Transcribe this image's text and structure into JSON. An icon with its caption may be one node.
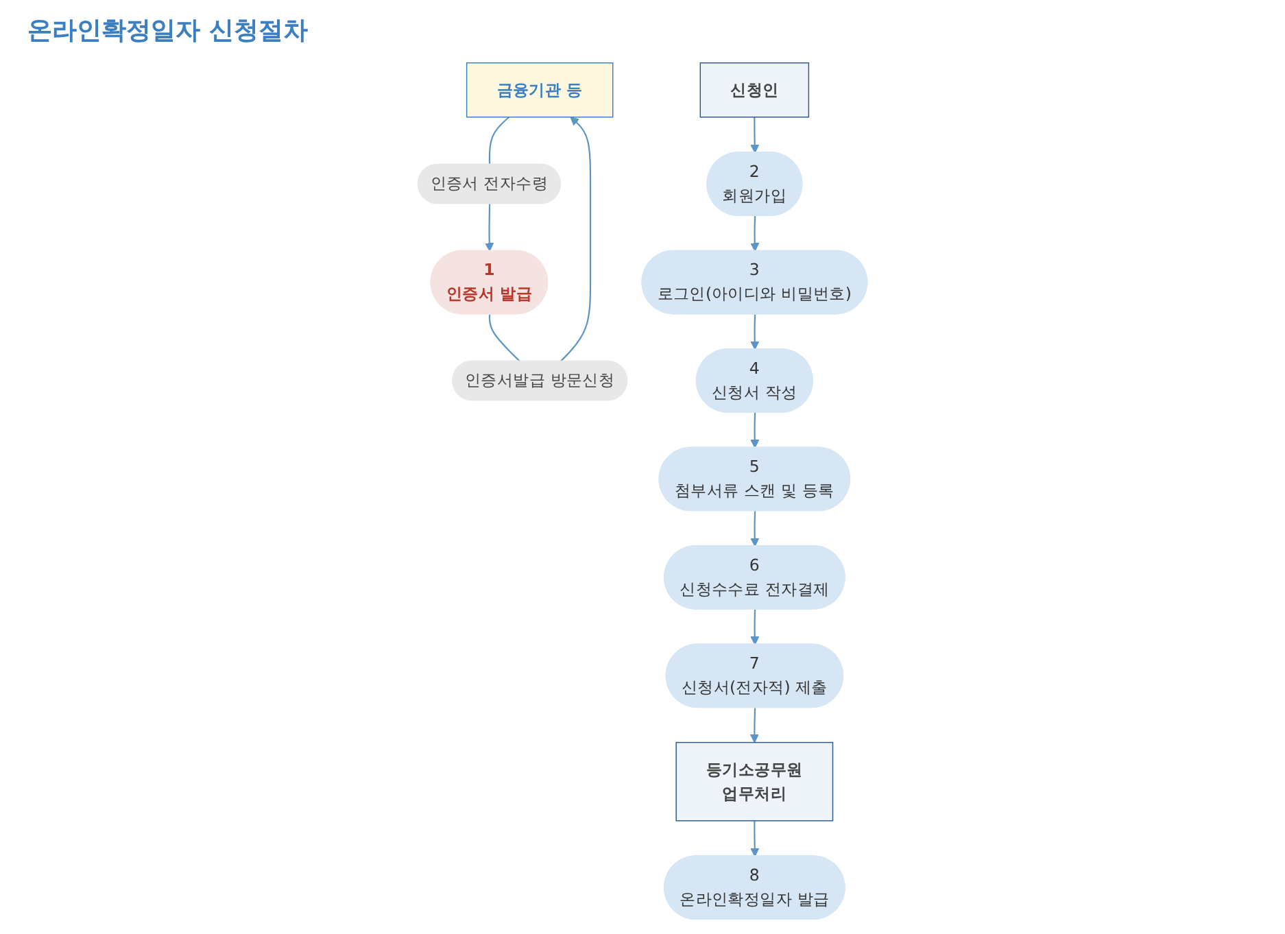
{
  "diagram": {
    "title": "온라인확정일자 신청절차",
    "nodes": [
      {
        "text": [
          "금융기관 등"
        ]
      },
      {
        "text": [
          "인증서발급 방문신청"
        ]
      },
      {
        "text": [
          "인증서 전자수령"
        ]
      },
      {
        "text": [
          "1",
          "인증서 발급"
        ]
      },
      {
        "text": [
          "2",
          "회원가입"
        ]
      },
      {
        "text": [
          "3",
          "로그인(아이디와 비밀번호)"
        ]
      },
      {
        "text": [
          "4",
          "신청서 작성"
        ]
      },
      {
        "text": [
          "5",
          "첨부서류 스캔 및 등록"
        ]
      },
      {
        "text": [
          "6",
          "신청수수료 전자결제"
        ]
      },
      {
        "text": [
          "7",
          "신청서(전자적) 제출"
        ]
      },
      {
        "text": [
          "8",
          "온라인확정일자 발급"
        ]
      },
      {
        "text": [
          "신청인"
        ]
      },
      {
        "text": [
          "등기소공무원",
          "업무처리"
        ]
      }
    ],
    "edges": [
      {
        "from": 3,
        "to": 1,
        "arrow": "none"
      },
      {
        "from": 1,
        "to": 0,
        "arrow": "to"
      },
      {
        "from": 0,
        "to": 2,
        "arrow": "none"
      },
      {
        "from": 2,
        "to": 3,
        "arrow": "to"
      },
      {
        "from": 11,
        "to": 4,
        "arrow": "to"
      },
      {
        "from": 4,
        "to": 5,
        "arrow": "to"
      },
      {
        "from": 5,
        "to": 6,
        "arrow": "to"
      },
      {
        "from": 6,
        "to": 7,
        "arrow": "to"
      },
      {
        "from": 7,
        "to": 8,
        "arrow": "to"
      },
      {
        "from": 8,
        "to": 9,
        "arrow": "to"
      },
      {
        "from": 9,
        "to": 12,
        "arrow": "to"
      },
      {
        "from": 12,
        "to": 10,
        "arrow": "to"
      }
    ]
  }
}
